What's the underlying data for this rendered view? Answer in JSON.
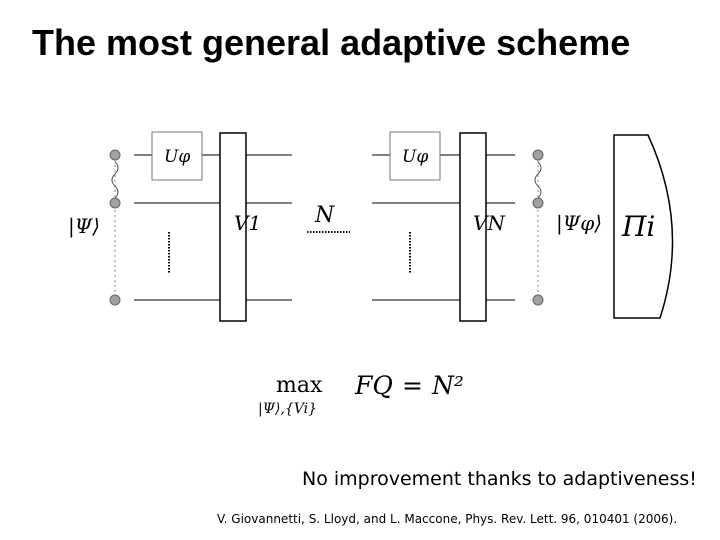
{
  "slide": {
    "title": "The most general adaptive scheme",
    "note": "No improvement thanks to adaptiveness!",
    "reference": "V. Giovannetti, S. Lloyd, and L. Maccone, Phys. Rev. Lett. 96, 010401 (2006)."
  },
  "circuit": {
    "input_state": "|Ψ⟩",
    "phase_gate_left": "Uφ",
    "phase_gate_right": "Uφ",
    "control_first": "V1",
    "control_last": "VN",
    "repetitions": "N",
    "output_state": "|Ψφ⟩",
    "measurement": "Πi"
  },
  "formula": {
    "operator": "max",
    "subscript": "|Ψ⟩,{Vi}",
    "lhs": "FQ",
    "equals": "=",
    "rhs": "N²"
  }
}
